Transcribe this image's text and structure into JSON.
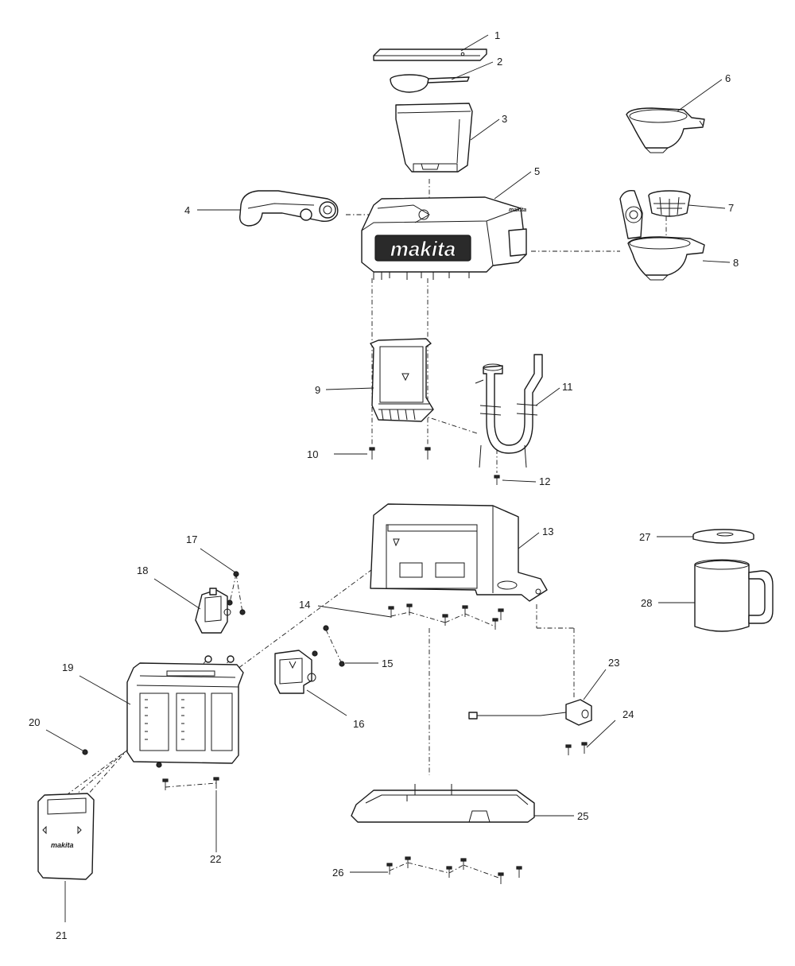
{
  "brand": "makita",
  "callouts": [
    "1",
    "2",
    "3",
    "4",
    "5",
    "6",
    "7",
    "8",
    "9",
    "10",
    "11",
    "12",
    "13",
    "14",
    "15",
    "16",
    "17",
    "18",
    "19",
    "20",
    "21",
    "22",
    "23",
    "24",
    "25",
    "26",
    "27",
    "28"
  ],
  "icons": [
    "screw-icon",
    "washer-icon",
    "mug-icon",
    "filter-basket-icon"
  ]
}
